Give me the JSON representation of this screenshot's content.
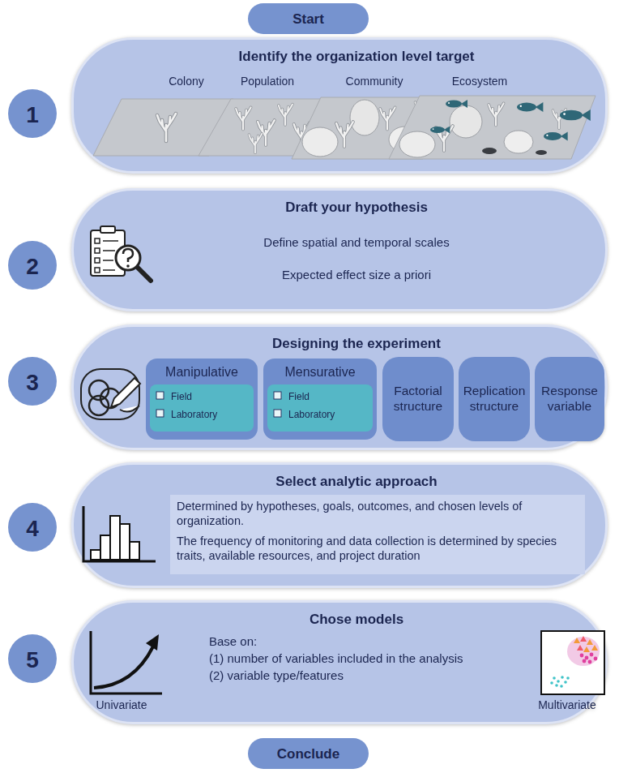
{
  "diagram": {
    "nodes": [
      {
        "text": [
          "Start"
        ]
      },
      {
        "text": [
          "1"
        ]
      },
      {
        "text": [
          "Identify the organization level target",
          "Colony",
          "Population",
          "Community",
          "Ecosystem"
        ]
      },
      {
        "text": [
          "2"
        ]
      },
      {
        "text": [
          "Draft your hypothesis",
          "Define spatial and temporal scales",
          "Expected effect size a priori"
        ]
      },
      {
        "text": [
          "3"
        ]
      },
      {
        "text": [
          "Designing the experiment"
        ]
      },
      {
        "text": [
          "Manipulative"
        ],
        "in": 6
      },
      {
        "text": [
          "Field",
          "Laboratory"
        ],
        "in": 7
      },
      {
        "text": [
          "Mensurative"
        ],
        "in": 6
      },
      {
        "text": [
          "Field",
          "Laboratory"
        ],
        "in": 9
      },
      {
        "text": [
          "Factorial structure"
        ],
        "in": 6
      },
      {
        "text": [
          "Replication structure"
        ],
        "in": 6
      },
      {
        "text": [
          "Response variable"
        ],
        "in": 6
      },
      {
        "text": [
          "4"
        ]
      },
      {
        "text": [
          "Select analytic approach"
        ]
      },
      {
        "text": [
          "Determined by hypotheses, goals, outcomes, and chosen levels of organization.",
          "The frequency of monitoring and data collection is determined by species traits, available resources, and project duration"
        ],
        "in": 15
      },
      {
        "text": [
          "5"
        ]
      },
      {
        "text": [
          "Chose models",
          "Base on:",
          "(1) number of variables included in the analysis",
          "(2) variable type/features",
          "Univariate",
          "Multivariate"
        ]
      },
      {
        "text": [
          "Conclude"
        ]
      }
    ]
  }
}
